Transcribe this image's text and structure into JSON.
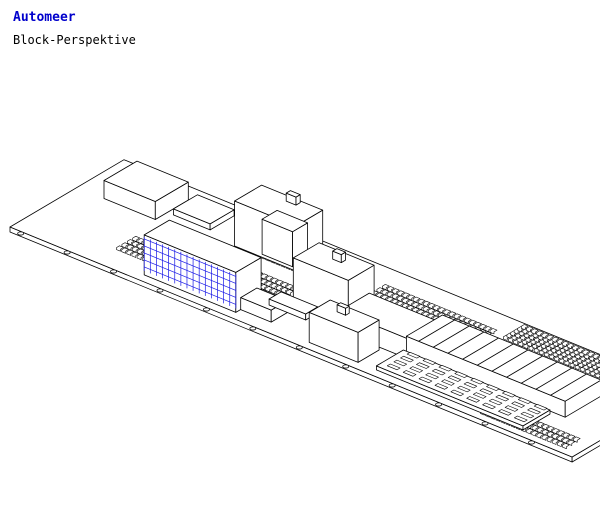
{
  "header": {
    "title": "Automeer",
    "subtitle": "Block-Perspektive"
  },
  "colors": {
    "title": "#0000cc",
    "line": "#000000",
    "highlight": "#1a1ae6",
    "background": "#ffffff"
  },
  "drawing": {
    "style": "isometric line drawing"
  }
}
